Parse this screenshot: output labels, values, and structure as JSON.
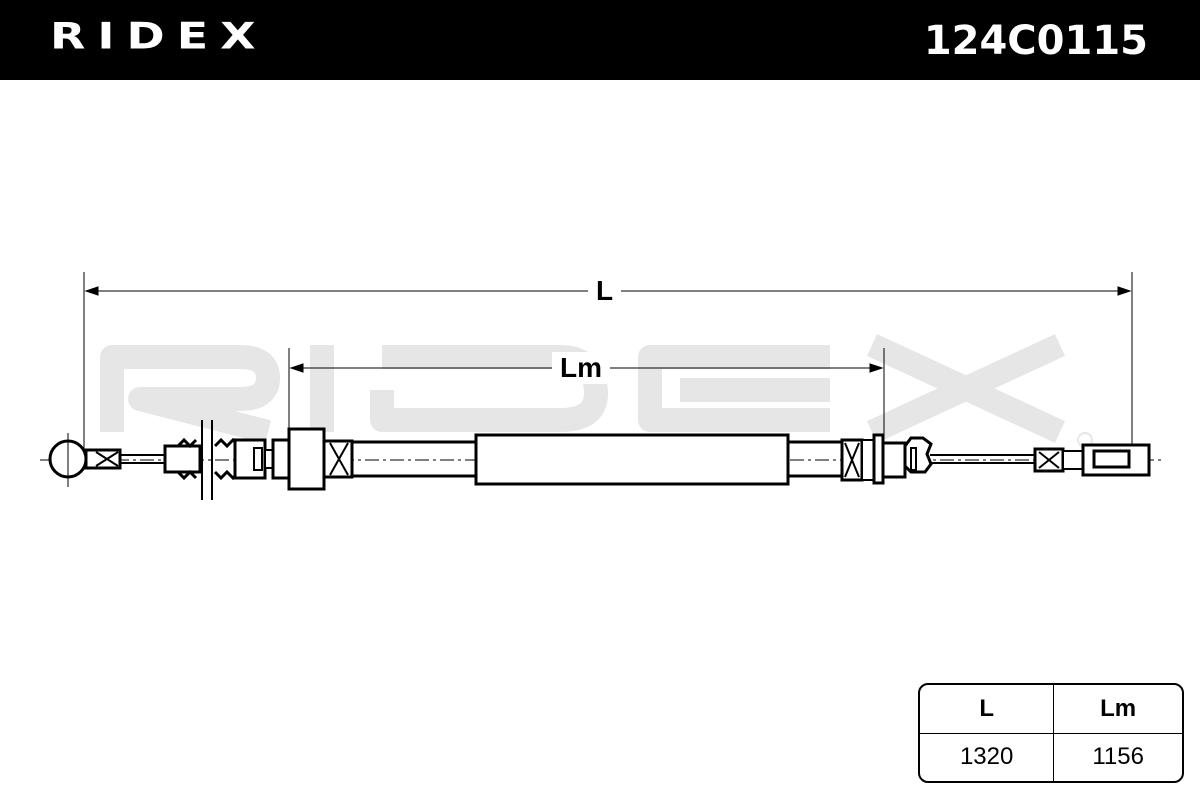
{
  "header": {
    "brand": "RIDEX",
    "part_number": "124C0115"
  },
  "watermark": "RIDEX",
  "dimensions": {
    "overall_label": "L",
    "mid_label": "Lm"
  },
  "spec_table": {
    "headers": [
      "L",
      "Lm"
    ],
    "values": [
      "1320",
      "1156"
    ]
  },
  "colors": {
    "header_bg": "#000000",
    "watermark": "#e6e6e6"
  }
}
